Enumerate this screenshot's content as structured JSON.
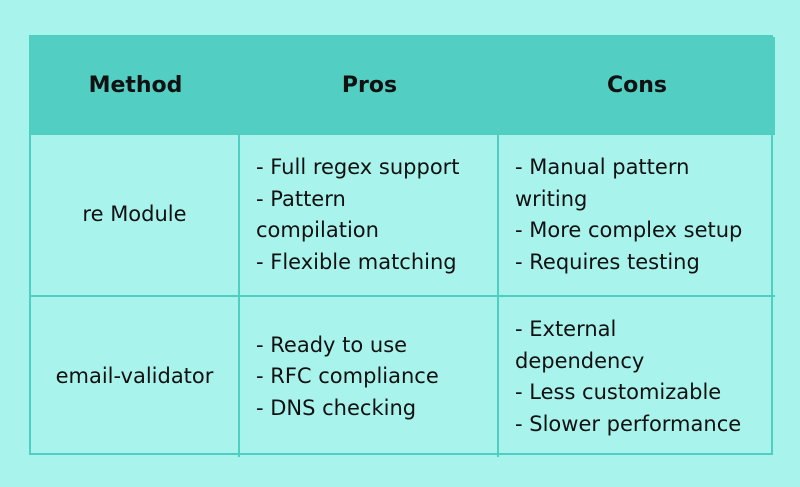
{
  "table": {
    "headers": [
      "Method",
      "Pros",
      "Cons"
    ],
    "rows": [
      {
        "method": "re Module",
        "pros": [
          "- Full regex support",
          "- Pattern",
          "compilation",
          "- Flexible matching"
        ],
        "cons": [
          "- Manual pattern",
          "writing",
          "- More complex setup",
          "- Requires testing"
        ]
      },
      {
        "method": "email-validator",
        "pros": [
          "- Ready to use",
          "- RFC compliance",
          "- DNS checking"
        ],
        "cons": [
          "- External",
          "dependency",
          "- Less customizable",
          "- Slower performance"
        ]
      }
    ]
  }
}
